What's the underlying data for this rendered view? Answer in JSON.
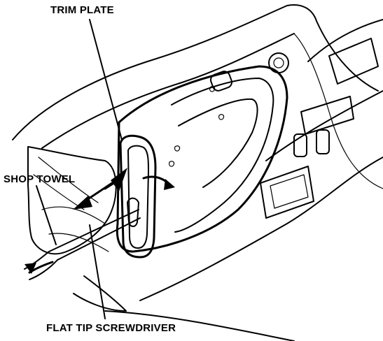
{
  "labels": {
    "trim_plate": "TRIM PLATE",
    "shop_towel": "SHOP TOWEL",
    "flat_tip_screwdriver": "FLAT TIP SCREWDRIVER"
  },
  "colors": {
    "ink": "#000000",
    "background": "#ffffff"
  }
}
